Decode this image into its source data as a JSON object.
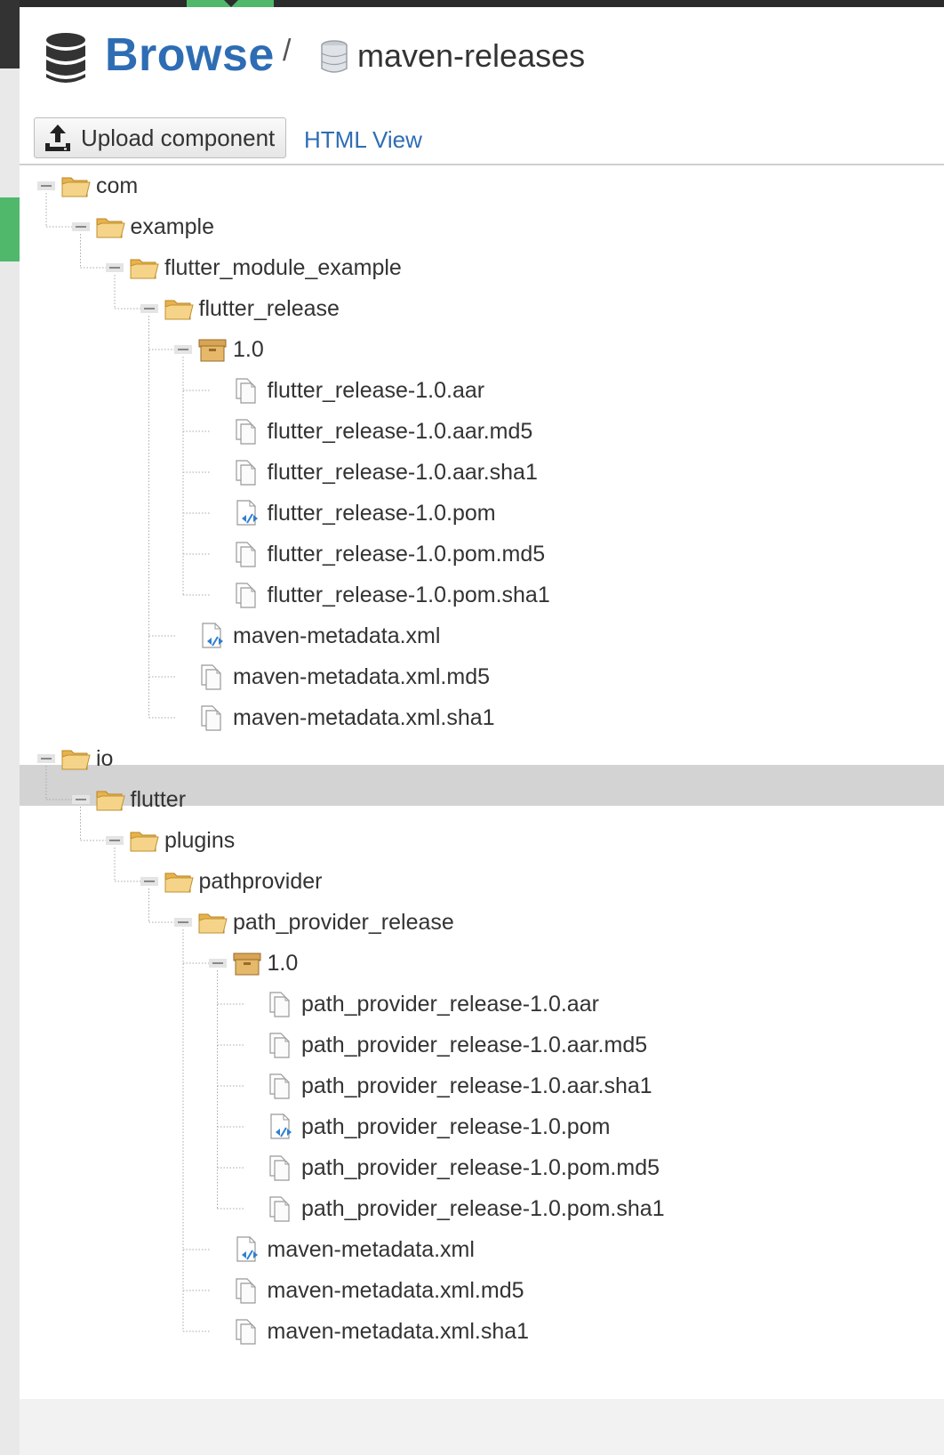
{
  "header": {
    "title": "Browse",
    "separator": "/",
    "repository": "maven-releases"
  },
  "toolbar": {
    "upload_label": "Upload component",
    "html_view_label": "HTML View"
  },
  "colors": {
    "brand_blue": "#2e6db4",
    "selected_row": "#d3d3d3",
    "folder": "#f0c36d",
    "accent_green": "#4fb86b"
  },
  "tree": [
    {
      "label": "com",
      "depth": 0,
      "type": "folder",
      "expanded": true
    },
    {
      "label": "example",
      "depth": 1,
      "type": "folder",
      "expanded": true
    },
    {
      "label": "flutter_module_example",
      "depth": 2,
      "type": "folder",
      "expanded": true
    },
    {
      "label": "flutter_release",
      "depth": 3,
      "type": "folder",
      "expanded": true
    },
    {
      "label": "1.0",
      "depth": 4,
      "type": "version",
      "expanded": true
    },
    {
      "label": "flutter_release-1.0.aar",
      "depth": 5,
      "type": "file"
    },
    {
      "label": "flutter_release-1.0.aar.md5",
      "depth": 5,
      "type": "file"
    },
    {
      "label": "flutter_release-1.0.aar.sha1",
      "depth": 5,
      "type": "file"
    },
    {
      "label": "flutter_release-1.0.pom",
      "depth": 5,
      "type": "xml"
    },
    {
      "label": "flutter_release-1.0.pom.md5",
      "depth": 5,
      "type": "file"
    },
    {
      "label": "flutter_release-1.0.pom.sha1",
      "depth": 5,
      "type": "file"
    },
    {
      "label": "maven-metadata.xml",
      "depth": 4,
      "type": "xml"
    },
    {
      "label": "maven-metadata.xml.md5",
      "depth": 4,
      "type": "file"
    },
    {
      "label": "maven-metadata.xml.sha1",
      "depth": 4,
      "type": "file"
    },
    {
      "label": "io",
      "depth": 0,
      "type": "folder",
      "expanded": true,
      "selected": true
    },
    {
      "label": "flutter",
      "depth": 1,
      "type": "folder",
      "expanded": true
    },
    {
      "label": "plugins",
      "depth": 2,
      "type": "folder",
      "expanded": true
    },
    {
      "label": "pathprovider",
      "depth": 3,
      "type": "folder",
      "expanded": true
    },
    {
      "label": "path_provider_release",
      "depth": 4,
      "type": "folder",
      "expanded": true
    },
    {
      "label": "1.0",
      "depth": 5,
      "type": "version",
      "expanded": true
    },
    {
      "label": "path_provider_release-1.0.aar",
      "depth": 6,
      "type": "file"
    },
    {
      "label": "path_provider_release-1.0.aar.md5",
      "depth": 6,
      "type": "file"
    },
    {
      "label": "path_provider_release-1.0.aar.sha1",
      "depth": 6,
      "type": "file"
    },
    {
      "label": "path_provider_release-1.0.pom",
      "depth": 6,
      "type": "xml"
    },
    {
      "label": "path_provider_release-1.0.pom.md5",
      "depth": 6,
      "type": "file"
    },
    {
      "label": "path_provider_release-1.0.pom.sha1",
      "depth": 6,
      "type": "file"
    },
    {
      "label": "maven-metadata.xml",
      "depth": 5,
      "type": "xml"
    },
    {
      "label": "maven-metadata.xml.md5",
      "depth": 5,
      "type": "file"
    },
    {
      "label": "maven-metadata.xml.sha1",
      "depth": 5,
      "type": "file"
    }
  ]
}
